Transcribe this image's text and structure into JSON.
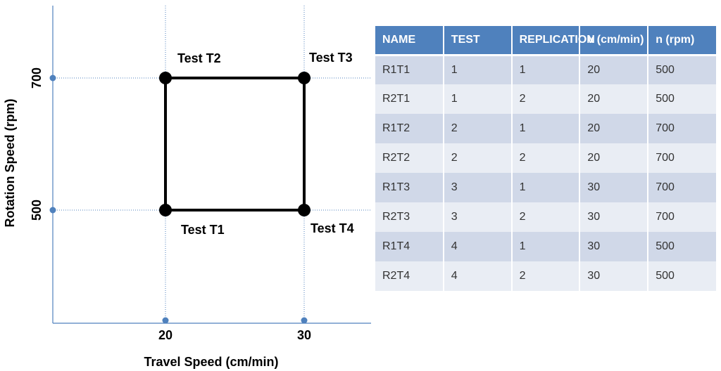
{
  "chart_data": {
    "type": "scatter",
    "xlabel": "Travel Speed (cm/min)",
    "ylabel": "Rotation Speed (rpm)",
    "x_ticks": [
      20,
      30
    ],
    "y_ticks": [
      500,
      700
    ],
    "points": [
      {
        "label": "Test T1",
        "x": 20,
        "y": 500
      },
      {
        "label": "Test T2",
        "x": 20,
        "y": 700
      },
      {
        "label": "Test T3",
        "x": 30,
        "y": 700
      },
      {
        "label": "Test T4",
        "x": 30,
        "y": 500
      }
    ],
    "outline_order": [
      "Test T1",
      "Test T2",
      "Test T3",
      "Test T4"
    ]
  },
  "table": {
    "headers": [
      "NAME",
      "TEST",
      "REPLICATION",
      "v (cm/min)",
      "n (rpm)"
    ],
    "rows": [
      [
        "R1T1",
        "1",
        "1",
        "20",
        "500"
      ],
      [
        "R2T1",
        "1",
        "2",
        "20",
        "500"
      ],
      [
        "R1T2",
        "2",
        "1",
        "20",
        "700"
      ],
      [
        "R2T2",
        "2",
        "2",
        "20",
        "700"
      ],
      [
        "R1T3",
        "3",
        "1",
        "30",
        "700"
      ],
      [
        "R2T3",
        "3",
        "2",
        "30",
        "700"
      ],
      [
        "R1T4",
        "4",
        "1",
        "30",
        "500"
      ],
      [
        "R2T4",
        "4",
        "2",
        "30",
        "500"
      ]
    ]
  },
  "colors": {
    "header_bg": "#4f81bd",
    "row_odd": "#d0d8e8",
    "row_even": "#e9edf4",
    "guide": "#4f81bd",
    "marker": "#000000"
  }
}
